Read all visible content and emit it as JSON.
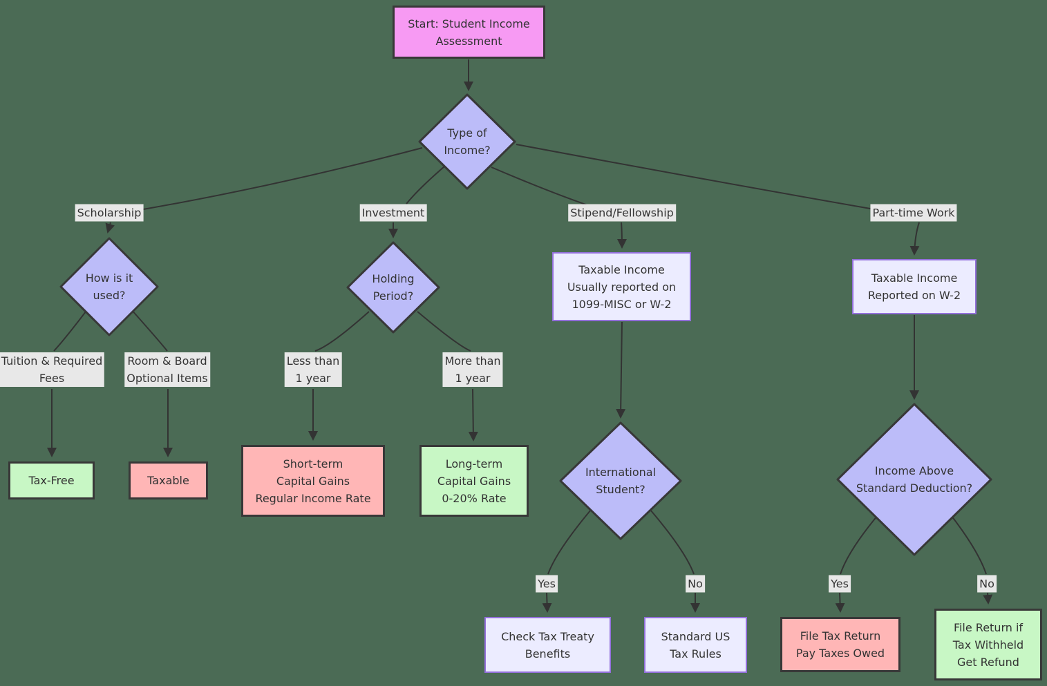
{
  "diagram": {
    "type": "flowchart",
    "direction": "top-down",
    "nodes": {
      "start": {
        "label": "Start: Student Income\nAssessment",
        "shape": "rect",
        "color_role": "start"
      },
      "type_of_income": {
        "label": "Type of\nIncome?",
        "shape": "diamond",
        "color_role": "decision"
      },
      "how_used": {
        "label": "How is it\nused?",
        "shape": "diamond",
        "color_role": "decision"
      },
      "holding_period": {
        "label": "Holding\nPeriod?",
        "shape": "diamond",
        "color_role": "decision"
      },
      "stipend_taxable": {
        "label": "Taxable Income\nUsually reported on\n1099-MISC or W-2",
        "shape": "rect",
        "color_role": "default"
      },
      "intl_student": {
        "label": "International\nStudent?",
        "shape": "diamond",
        "color_role": "decision"
      },
      "ptw_taxable": {
        "label": "Taxable Income\nReported on W-2",
        "shape": "rect",
        "color_role": "default"
      },
      "above_deduction": {
        "label": "Income Above\nStandard Deduction?",
        "shape": "diamond",
        "color_role": "decision"
      },
      "tax_free": {
        "label": "Tax-Free",
        "shape": "rect",
        "color_role": "positive"
      },
      "taxable": {
        "label": "Taxable",
        "shape": "rect",
        "color_role": "negative"
      },
      "short_term": {
        "label": "Short-term\nCapital Gains\nRegular Income Rate",
        "shape": "rect",
        "color_role": "negative"
      },
      "long_term": {
        "label": "Long-term\nCapital Gains\n0-20% Rate",
        "shape": "rect",
        "color_role": "positive"
      },
      "tax_treaty": {
        "label": "Check Tax Treaty\nBenefits",
        "shape": "rect",
        "color_role": "default"
      },
      "standard_rules": {
        "label": "Standard US\nTax Rules",
        "shape": "rect",
        "color_role": "default"
      },
      "file_owed": {
        "label": "File Tax Return\nPay Taxes Owed",
        "shape": "rect",
        "color_role": "negative"
      },
      "file_refund": {
        "label": "File Return if\nTax Withheld\nGet Refund",
        "shape": "rect",
        "color_role": "positive"
      }
    },
    "edge_labels": {
      "scholarship": "Scholarship",
      "investment": "Investment",
      "stipend": "Stipend/Fellowship",
      "part_time": "Part-time Work",
      "tuition": "Tuition & Required\nFees",
      "room_board": "Room & Board\nOptional Items",
      "less_year": "Less than\n1 year",
      "more_year": "More than\n1 year",
      "intl_yes": "Yes",
      "intl_no": "No",
      "ded_yes": "Yes",
      "ded_no": "No"
    },
    "edges": [
      {
        "from": "start",
        "to": "type_of_income",
        "label": ""
      },
      {
        "from": "type_of_income",
        "to": "how_used",
        "label": "Scholarship"
      },
      {
        "from": "type_of_income",
        "to": "holding_period",
        "label": "Investment"
      },
      {
        "from": "type_of_income",
        "to": "stipend_taxable",
        "label": "Stipend/Fellowship"
      },
      {
        "from": "type_of_income",
        "to": "ptw_taxable",
        "label": "Part-time Work"
      },
      {
        "from": "how_used",
        "to": "tax_free",
        "label": "Tuition & Required Fees"
      },
      {
        "from": "how_used",
        "to": "taxable",
        "label": "Room & Board Optional Items"
      },
      {
        "from": "holding_period",
        "to": "short_term",
        "label": "Less than 1 year"
      },
      {
        "from": "holding_period",
        "to": "long_term",
        "label": "More than 1 year"
      },
      {
        "from": "stipend_taxable",
        "to": "intl_student",
        "label": ""
      },
      {
        "from": "intl_student",
        "to": "tax_treaty",
        "label": "Yes"
      },
      {
        "from": "intl_student",
        "to": "standard_rules",
        "label": "No"
      },
      {
        "from": "ptw_taxable",
        "to": "above_deduction",
        "label": ""
      },
      {
        "from": "above_deduction",
        "to": "file_owed",
        "label": "Yes"
      },
      {
        "from": "above_deduction",
        "to": "file_refund",
        "label": "No"
      }
    ],
    "colors": {
      "background": "#4b6b55",
      "line": "#333333",
      "text": "#333333",
      "start_fill": "#f79af3",
      "decision_fill": "#bcbcf9",
      "default_fill": "#ececff",
      "default_border": "#9370db",
      "positive_fill": "#c8f7c5",
      "negative_fill": "#ffb6b6",
      "dark_border": "#383838",
      "edge_label_bg": "#e8e8e8"
    }
  }
}
